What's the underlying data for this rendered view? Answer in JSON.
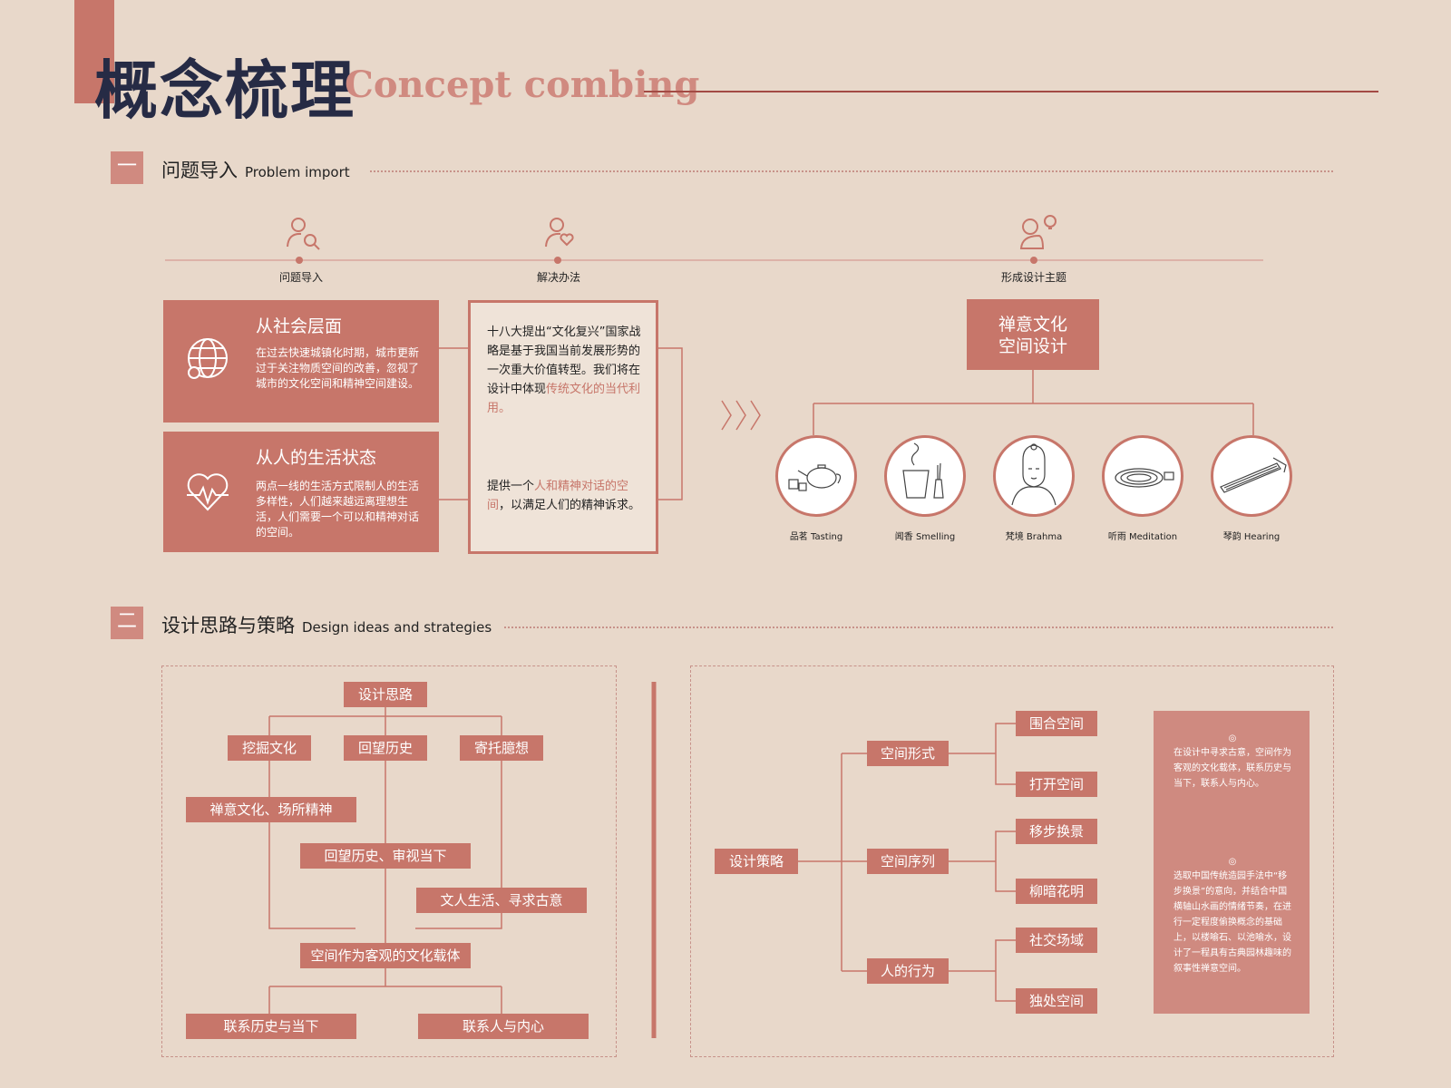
{
  "header": {
    "title_cn": "概念梳理",
    "title_en": "Concept combing"
  },
  "section1": {
    "badge": "一",
    "title": "问题导入",
    "title_en": "Problem import"
  },
  "timeline": [
    {
      "label": "问题导入",
      "icon": "user-search-icon"
    },
    {
      "label": "解决办法",
      "icon": "user-heart-icon"
    },
    {
      "label": "形成设计主题",
      "icon": "user-idea-icon"
    }
  ],
  "cards": [
    {
      "title": "从社会层面",
      "text": "在过去快速城镇化时期，城市更新过于关注物质空间的改善，忽视了城市的文化空间和精神空间建设。",
      "icon": "globe-icon"
    },
    {
      "title": "从人的生活状态",
      "text": "两点一线的生活方式限制人的生活多样性，人们越来越远离理想生活，人们需要一个可以和精神对话的空间。",
      "icon": "heartbeat-icon"
    }
  ],
  "solution": {
    "p1_a": "十八大提出“文化复兴”国家战略是基于我国当前发展形势的一次重大价值转型。我们将在设计中体现",
    "p1_hl": "传统文化的当代利用。",
    "p2_a": "提供一个",
    "p2_hl": "人和精神对话的空间",
    "p2_b": "，以满足人们的精神诉求。"
  },
  "theme": {
    "line1": "禅意文化",
    "line2": "空间设计"
  },
  "senses": [
    {
      "label": "品茗 Tasting",
      "icon": "teapot-icon"
    },
    {
      "label": "闻香 Smelling",
      "icon": "incense-icon"
    },
    {
      "label": "梵境 Brahma",
      "icon": "buddha-icon"
    },
    {
      "label": "听雨 Meditation",
      "icon": "zen-garden-icon"
    },
    {
      "label": "琴韵 Hearing",
      "icon": "guqin-icon"
    }
  ],
  "section2": {
    "badge": "二",
    "title": "设计思路与策略",
    "title_en": "Design ideas and strategies"
  },
  "ideas": {
    "root": "设计思路",
    "branches": [
      "挖掘文化",
      "回望历史",
      "寄托臆想"
    ],
    "mid": [
      "禅意文化、场所精神",
      "回望历史、审视当下",
      "文人生活、寻求古意"
    ],
    "core": "空间作为客观的文化载体",
    "leaves": [
      "联系历史与当下",
      "联系人与内心"
    ]
  },
  "strategy": {
    "root": "设计策略",
    "groups": [
      {
        "name": "空间形式",
        "items": [
          "围合空间",
          "打开空间"
        ]
      },
      {
        "name": "空间序列",
        "items": [
          "移步换景",
          "柳暗花明"
        ]
      },
      {
        "name": "人的行为",
        "items": [
          "社交场域",
          "独处空间"
        ]
      }
    ]
  },
  "notes": {
    "symbol": "◎",
    "n1": "在设计中寻求古意，空间作为客观的文化载体，联系历史与当下，联系人与内心。",
    "n2": "选取中国传统造园手法中“移步换景”的意向，并结合中国横轴山水画的情绪节奏，在进行一定程度偷换概念的基础上，以楼喻石、以池喻水，设计了一程具有古典园林趣味的叙事性禅意空间。"
  },
  "colors": {
    "accent": "#c7766a",
    "background": "#e8d8ca",
    "dark": "#262b45",
    "line": "#a34a44"
  }
}
